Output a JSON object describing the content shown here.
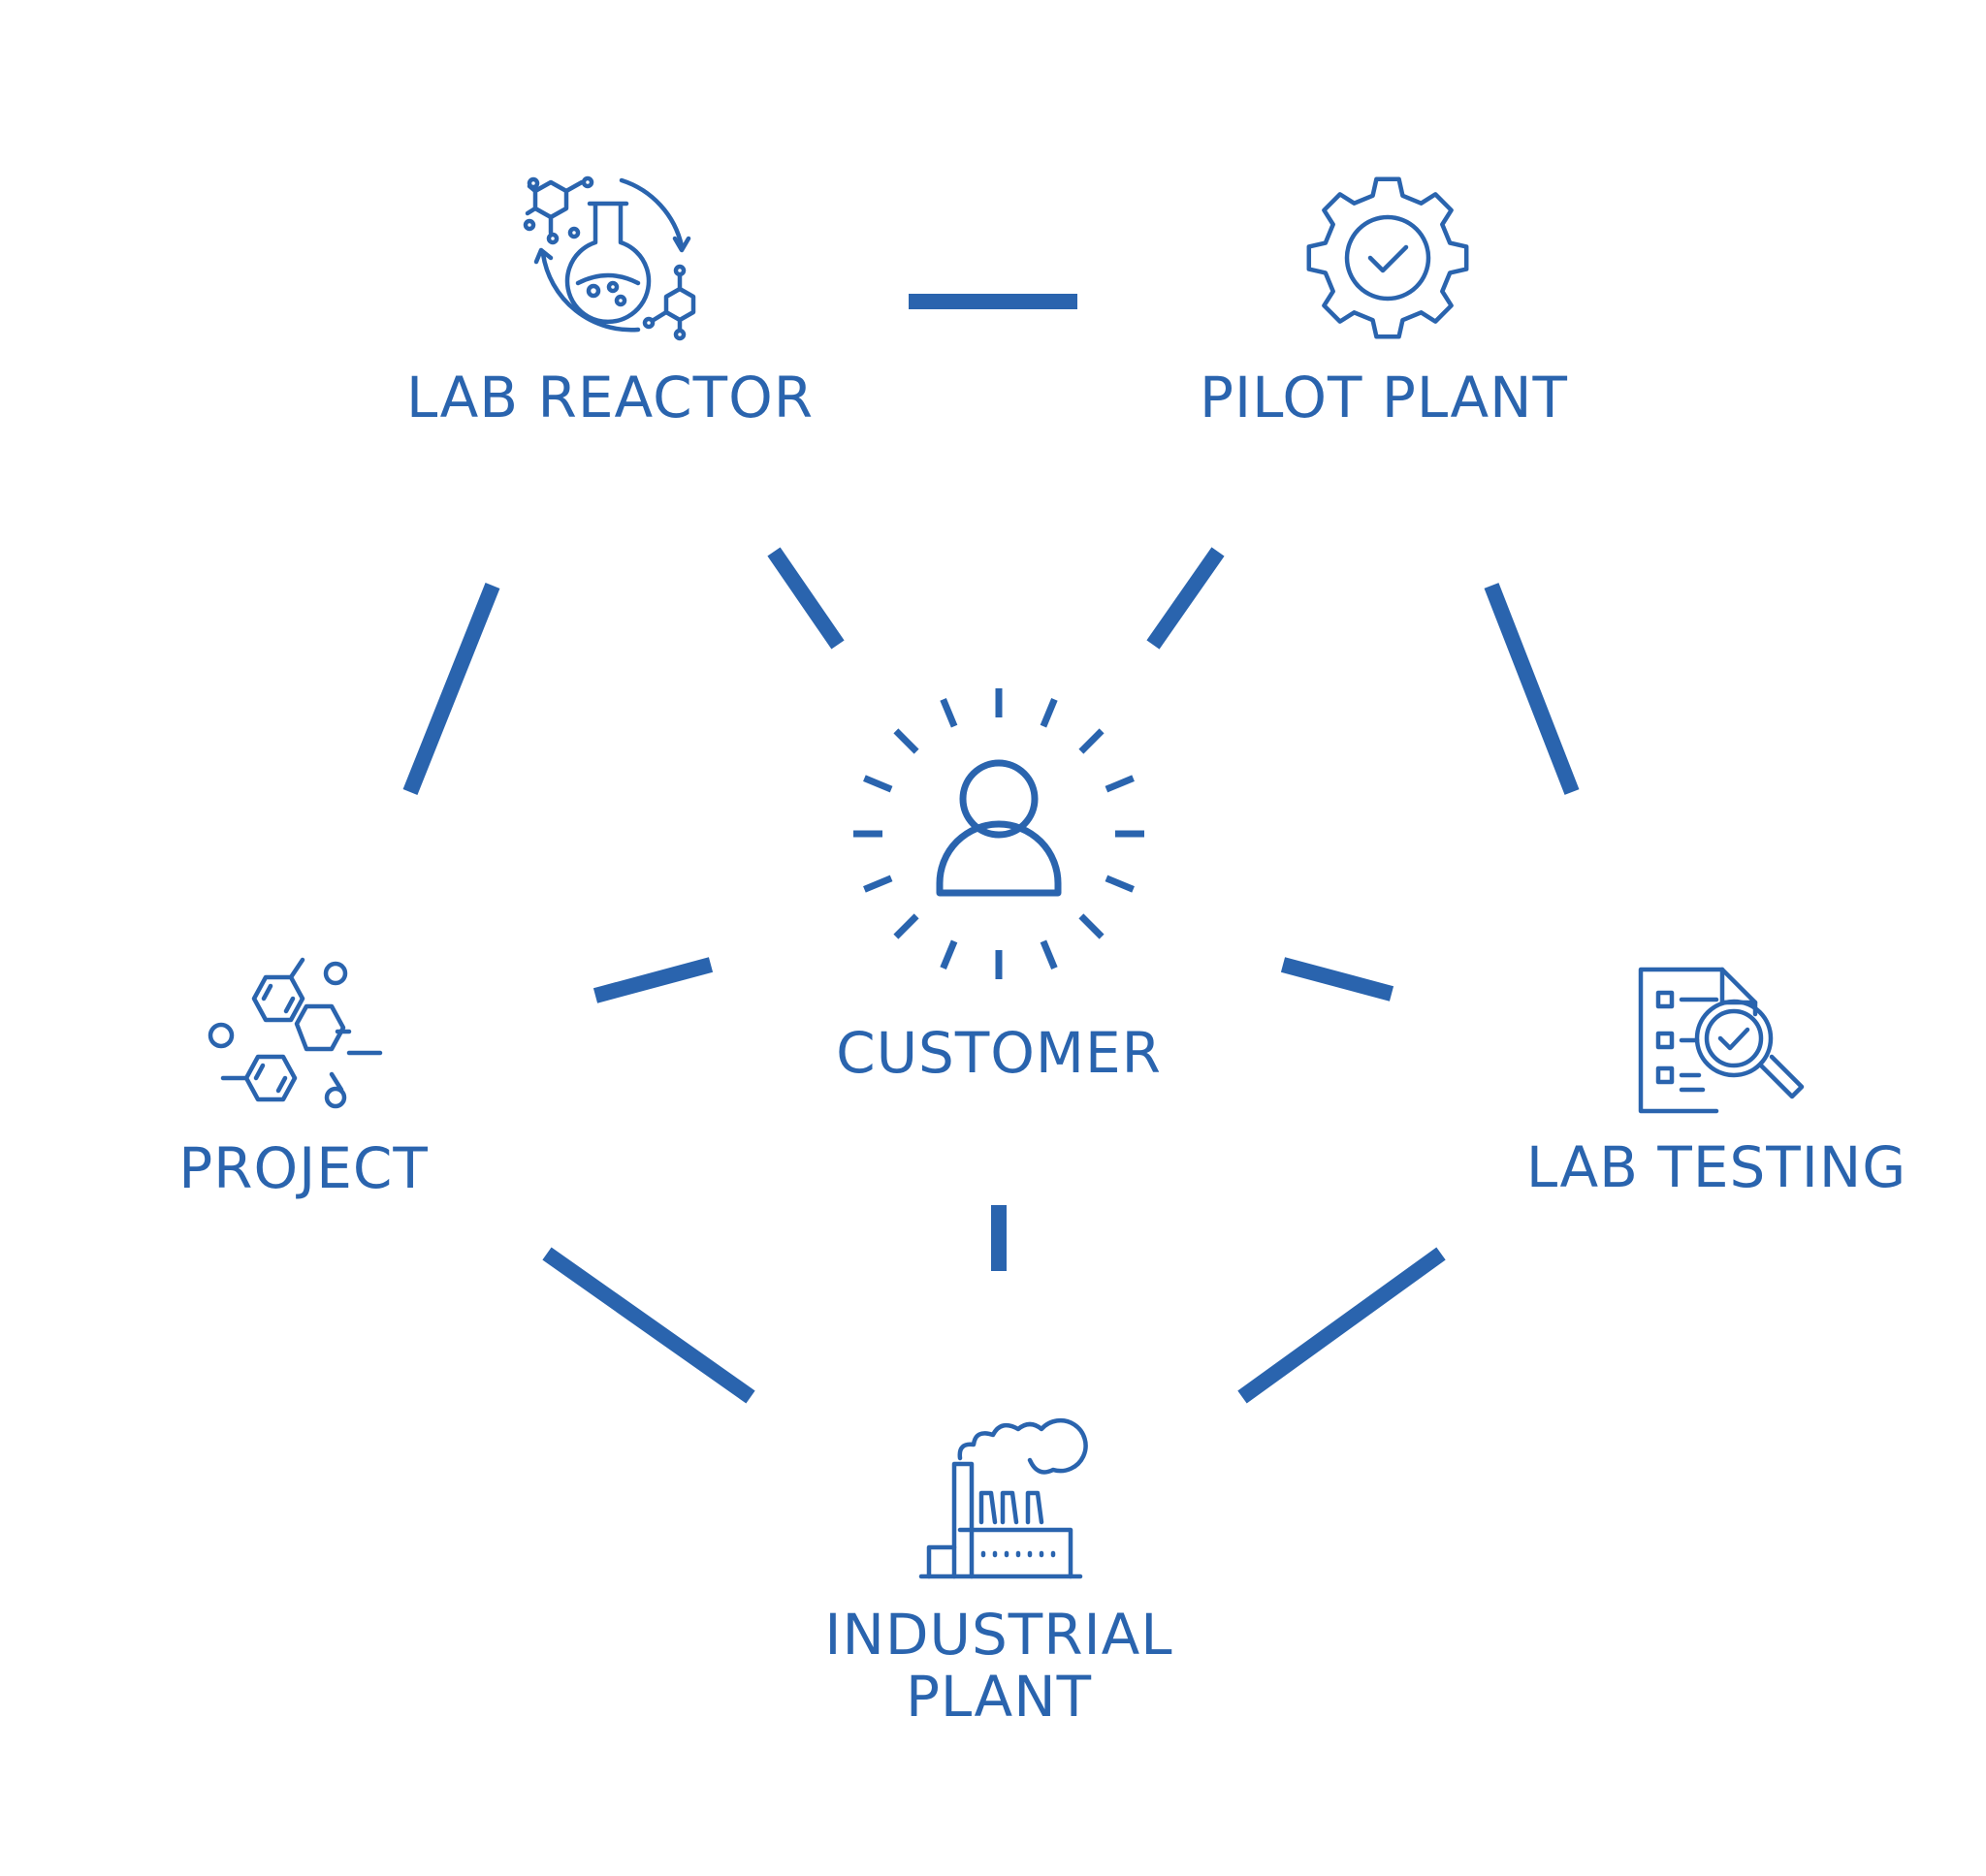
{
  "accent_color": "#2a64ae",
  "background_color": "#ffffff",
  "center": {
    "label": "CUSTOMER",
    "icon": "person-icon"
  },
  "nodes": [
    {
      "id": "lab-reactor",
      "label": "LAB REACTOR",
      "icon": "flask-molecule-cycle-icon"
    },
    {
      "id": "pilot-plant",
      "label": "PILOT PLANT",
      "icon": "gear-check-icon"
    },
    {
      "id": "lab-testing",
      "label": "LAB TESTING",
      "icon": "document-magnifier-check-icon"
    },
    {
      "id": "industrial-plant",
      "label_line1": "INDUSTRIAL",
      "label_line2": "PLANT",
      "icon": "factory-icon"
    },
    {
      "id": "project",
      "label": "PROJECT",
      "icon": "hexagon-molecules-icon"
    }
  ]
}
